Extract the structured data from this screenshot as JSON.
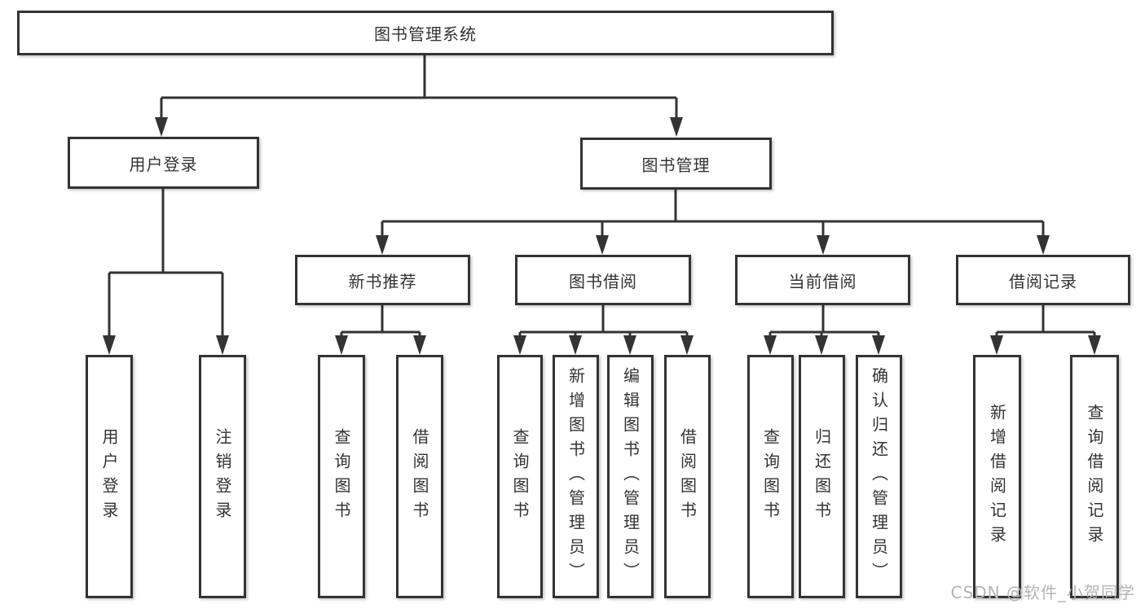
{
  "diagram": {
    "title": "图书管理系统",
    "watermark": "CSDN @软件_小贺同学",
    "colors": {
      "line": "#333333",
      "box_border": "#333333",
      "text": "#333333",
      "watermark": "#b3b3b3",
      "background": "#ffffff"
    },
    "nodes": {
      "root": {
        "label": "图书管理系统"
      },
      "user_login": {
        "label": "用户登录"
      },
      "book_mgmt": {
        "label": "图书管理"
      },
      "new_book_rec": {
        "label": "新书推荐"
      },
      "book_borrow": {
        "label": "图书借阅"
      },
      "current_borrow": {
        "label": "当前借阅"
      },
      "borrow_records": {
        "label": "借阅记录"
      },
      "user_login_leaf": {
        "label": "用户登录"
      },
      "logout_leaf": {
        "label": "注销登录"
      },
      "nbr_query": {
        "label": "查询图书"
      },
      "nbr_borrow": {
        "label": "借阅图书"
      },
      "bb_query": {
        "label": "查询图书"
      },
      "bb_add": {
        "label": "新增图书（管理员）"
      },
      "bb_edit": {
        "label": "编辑图书（管理员）"
      },
      "bb_borrow": {
        "label": "借阅图书"
      },
      "cb_query": {
        "label": "查询图书"
      },
      "cb_return": {
        "label": "归还图书"
      },
      "cb_confirm": {
        "label": "确认归还（管理员）"
      },
      "br_add": {
        "label": "新增借阅记录"
      },
      "br_query": {
        "label": "查询借阅记录"
      }
    },
    "edges": [
      [
        "root",
        "user_login"
      ],
      [
        "root",
        "book_mgmt"
      ],
      [
        "user_login",
        "user_login_leaf"
      ],
      [
        "user_login",
        "logout_leaf"
      ],
      [
        "book_mgmt",
        "new_book_rec"
      ],
      [
        "book_mgmt",
        "book_borrow"
      ],
      [
        "book_mgmt",
        "current_borrow"
      ],
      [
        "book_mgmt",
        "borrow_records"
      ],
      [
        "new_book_rec",
        "nbr_query"
      ],
      [
        "new_book_rec",
        "nbr_borrow"
      ],
      [
        "book_borrow",
        "bb_query"
      ],
      [
        "book_borrow",
        "bb_add"
      ],
      [
        "book_borrow",
        "bb_edit"
      ],
      [
        "book_borrow",
        "bb_borrow"
      ],
      [
        "current_borrow",
        "cb_query"
      ],
      [
        "current_borrow",
        "cb_return"
      ],
      [
        "current_borrow",
        "cb_confirm"
      ],
      [
        "borrow_records",
        "br_add"
      ],
      [
        "borrow_records",
        "br_query"
      ]
    ]
  }
}
